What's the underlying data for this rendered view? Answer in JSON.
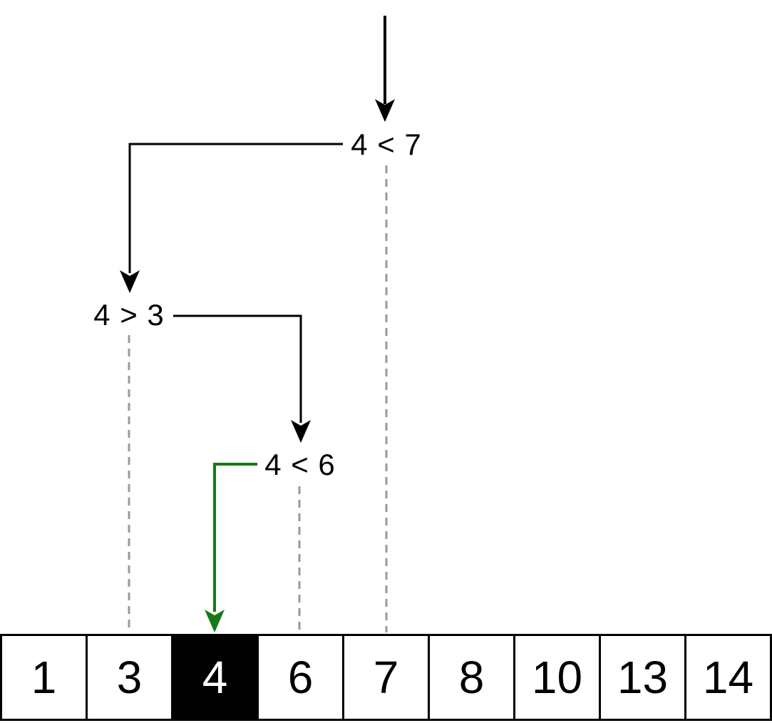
{
  "colors": {
    "arrow_black": "#000000",
    "found_green": "#167816",
    "guide_gray": "#999999",
    "highlight_bg": "#000000",
    "highlight_text": "#ffffff"
  },
  "comparisons": [
    {
      "text": "4 < 7"
    },
    {
      "text": "4 > 3"
    },
    {
      "text": "4 < 6"
    }
  ],
  "array": {
    "values": [
      "1",
      "3",
      "4",
      "6",
      "7",
      "8",
      "10",
      "13",
      "14"
    ],
    "highlighted_index": 2,
    "highlighted_value": "4"
  }
}
